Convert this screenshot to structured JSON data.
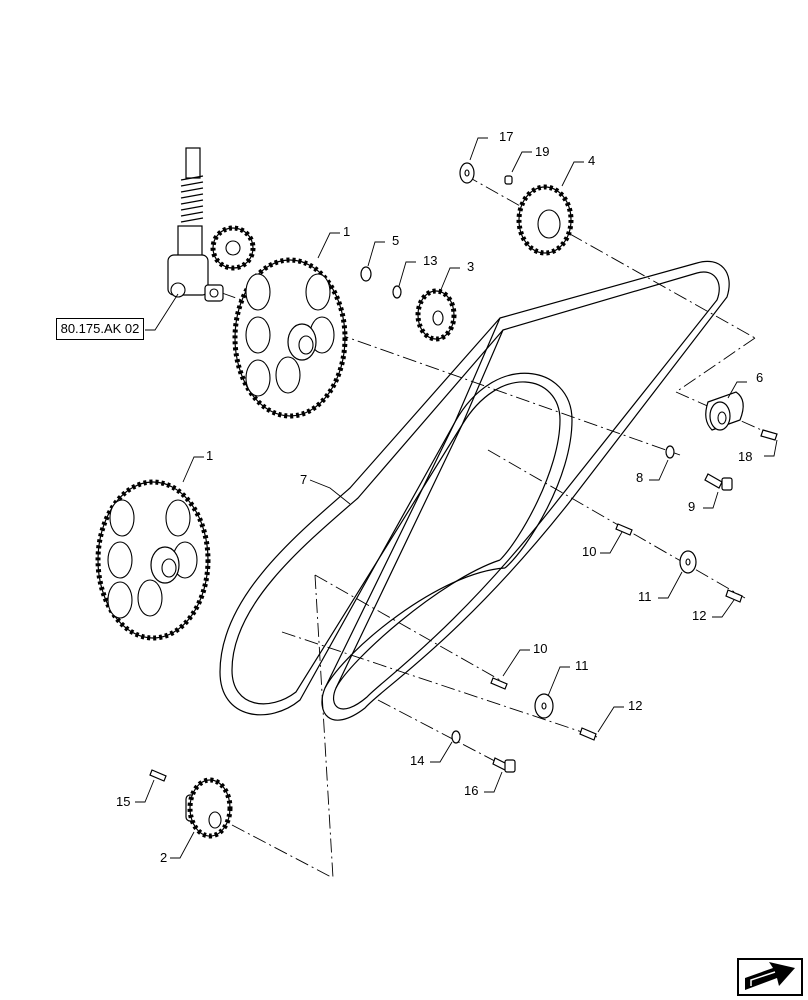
{
  "reference_label": "80.175.AK 02",
  "callouts": {
    "c1a": "1",
    "c1b": "1",
    "c2": "2",
    "c3": "3",
    "c4": "4",
    "c5": "5",
    "c6": "6",
    "c7": "7",
    "c8": "8",
    "c9": "9",
    "c10a": "10",
    "c10b": "10",
    "c11a": "11",
    "c11b": "11",
    "c12a": "12",
    "c12b": "12",
    "c13": "13",
    "c14": "14",
    "c15": "15",
    "c16": "16",
    "c17": "17",
    "c18": "18",
    "c19": "19"
  },
  "icons": {
    "nav": "next-page-arrow-icon"
  }
}
